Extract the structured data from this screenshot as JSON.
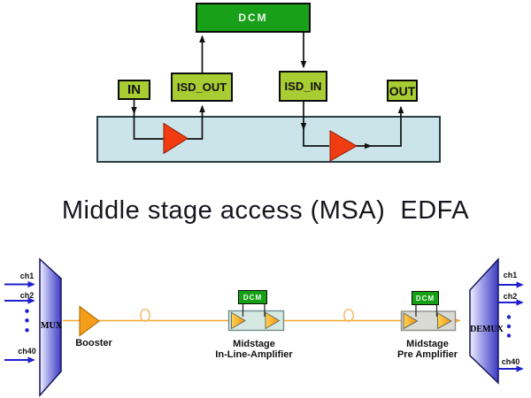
{
  "title": "Middle stage access (MSA)  EDFA",
  "top_diagram": {
    "dcm_label": "DCM",
    "in_label": "IN",
    "isd_out_label": "ISD_OUT",
    "isd_in_label": "ISD_IN",
    "out_label": "OUT"
  },
  "bottom_diagram": {
    "mux_label": "MUX",
    "demux_label": "DEMUX",
    "booster_label": "Booster",
    "inline_amp_dcm_label": "DCM",
    "pre_amp_dcm_label": "DCM",
    "inline_amp_label_line1": "Midstage",
    "inline_amp_label_line2": "In-Line-Amplifier",
    "pre_amp_label_line1": "Midstage",
    "pre_amp_label_line2": "Pre Amplifier",
    "input_channels": [
      "ch1",
      "ch2",
      "ch40"
    ],
    "output_channels": [
      "ch1",
      "ch2",
      "ch40"
    ]
  },
  "colors": {
    "dcm_green": "#18a018",
    "port_box_yellowgreen": "#a8cd32",
    "edfa_bar_blue": "#cbe4ea",
    "amp_triangle_red": "#f13c11",
    "fiber_orange": "#f5a82d",
    "booster_orange": "#f59e1c",
    "channel_blue": "#1f1fd0",
    "mux_gradient_dark": "#3c3cc0",
    "mux_gradient_light": "#f0f0fd",
    "inline_amp_box": "#d5e8e2",
    "pre_amp_box": "#dadad5"
  }
}
